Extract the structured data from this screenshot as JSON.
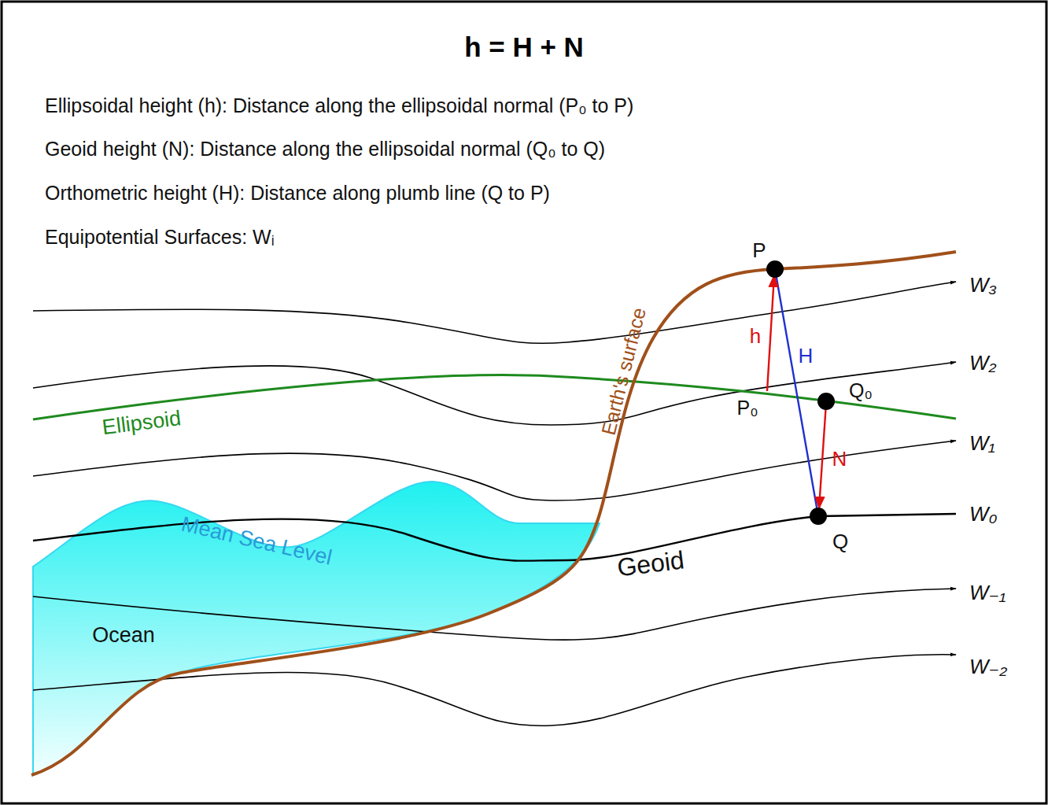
{
  "diagram": {
    "title": "h = H + N",
    "labels": [
      "Ellipsoidal height (h): Distance along the ellipsoidal normal (P₀ to P)",
      "Geoid height (N): Distance along the ellipsoidal normal (Q₀ to Q)",
      "Orthometric height (H): Distance along plumb line (Q to P)",
      "Equipotential Surfaces: Wᵢ",
      "P",
      "W₃",
      "h",
      "H",
      "W₂",
      "Q₀",
      "P₀",
      "Ellipsoid",
      "Earth's surface",
      "W₁",
      "N",
      "W₀",
      "Mean Sea Level",
      "Q",
      "Geoid",
      "W₋₁",
      "Ocean",
      "W₋₂"
    ]
  }
}
